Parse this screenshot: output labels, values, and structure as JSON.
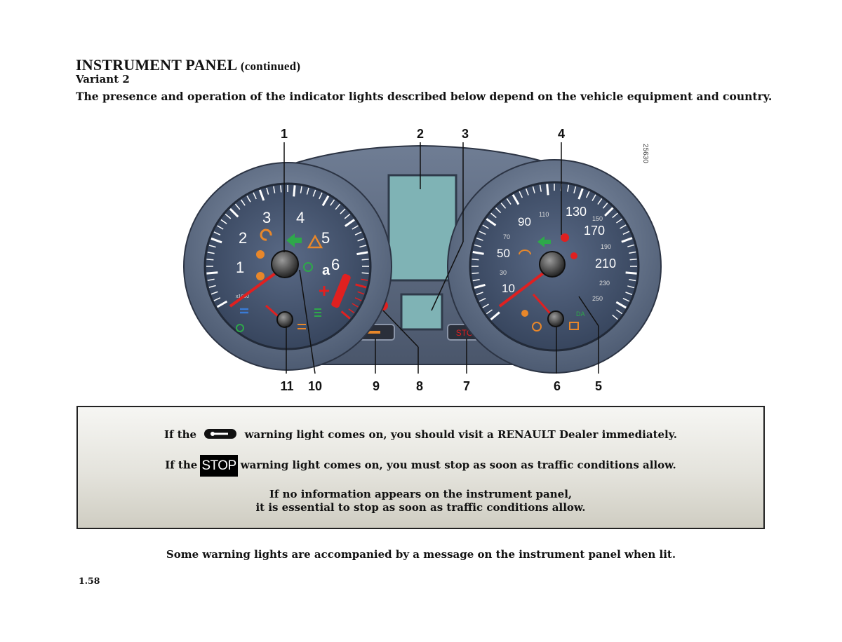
{
  "header": {
    "title": "INSTRUMENT PANEL",
    "title_suffix": "(continued)",
    "variant": "Variant 2",
    "intro": "The presence and operation of the indicator lights described below depend on the vehicle equipment and country."
  },
  "figure": {
    "code": "25630",
    "callouts_top": [
      "1",
      "2",
      "3",
      "4"
    ],
    "callouts_bottom": [
      "11",
      "10",
      "9",
      "8",
      "7",
      "6",
      "5"
    ],
    "rev_numbers": [
      "1",
      "2",
      "3",
      "4",
      "5",
      "6"
    ],
    "rev_small_label": "x1000",
    "speed_numbers_outer": [
      "130",
      "170",
      "210"
    ],
    "speed_numbers_inner": [
      "10",
      "50",
      "90"
    ],
    "speed_numbers_small": [
      "110",
      "70",
      "30",
      "150",
      "190",
      "230",
      "250"
    ],
    "mark_a": "a",
    "stop_label": "STOP",
    "colors": {
      "panel": "#5d6b80",
      "dial_face": "#4a5870",
      "needle": "#e02020",
      "lcd": "#7fb3b5",
      "warning_orange": "#e8872a",
      "warning_red": "#d02020",
      "indicator_green": "#2ea84a"
    }
  },
  "notice": {
    "line1_before": "If the",
    "line1_after": "warning light comes on, you should visit a RENAULT Dealer immediately.",
    "line2_before": "If the",
    "line2_badge": "STOP",
    "line2_after": "warning light comes on, you must stop as soon as traffic conditions allow.",
    "line3a": "If no information appears on the instrument panel,",
    "line3b": "it is essential to stop as soon as traffic conditions allow."
  },
  "footnote": "Some warning lights are accompanied by a message on the instrument panel when lit.",
  "page_number": "1.58"
}
